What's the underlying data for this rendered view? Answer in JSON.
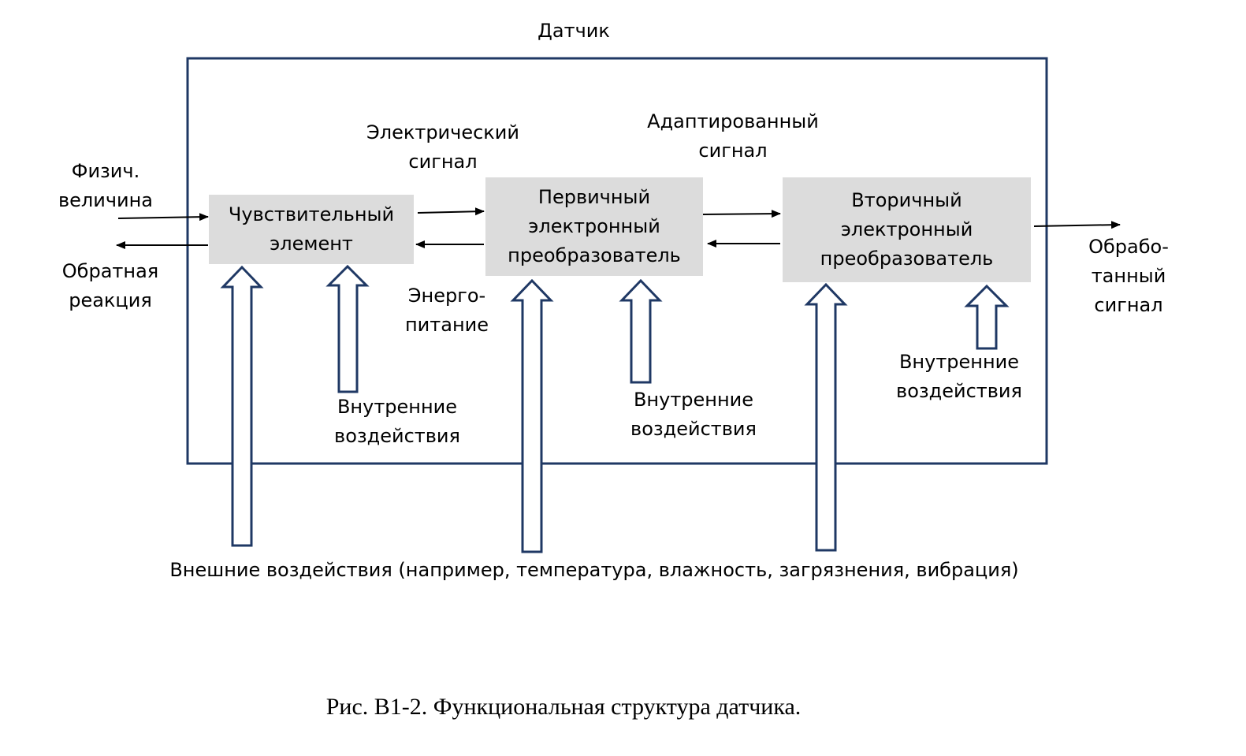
{
  "diagram": {
    "title": "Датчик",
    "blocks": {
      "sensing": "Чувствительный\nэлемент",
      "primary": "Первичный\nэлектронный\nпреобразователь",
      "secondary": "Вторичный\nэлектронный\nпреобразователь"
    },
    "labels": {
      "physical_quantity": "Физич.\nвеличина",
      "feedback": "Обратная\nреакция",
      "electrical_signal": "Электрический\nсигнал",
      "adapted_signal": "Адаптированный\nсигнал",
      "energy_supply": "Энерго-\nпитание",
      "processed_signal": "Обрабо-\nтанный\nсигнал",
      "internal_1": "Внутренние\nвоздействия",
      "internal_2": "Внутренние\nвоздействия",
      "internal_3": "Внутренние\nвоздействия",
      "external": "Внешние воздействия (например, температура, влажность, загрязнения, вибрация)"
    },
    "colors": {
      "frame": "#1f3864",
      "block_fill": "#dcdcdc",
      "arrow": "#000000"
    }
  },
  "caption": "Рис. В1-2. Функциональная структура датчика."
}
